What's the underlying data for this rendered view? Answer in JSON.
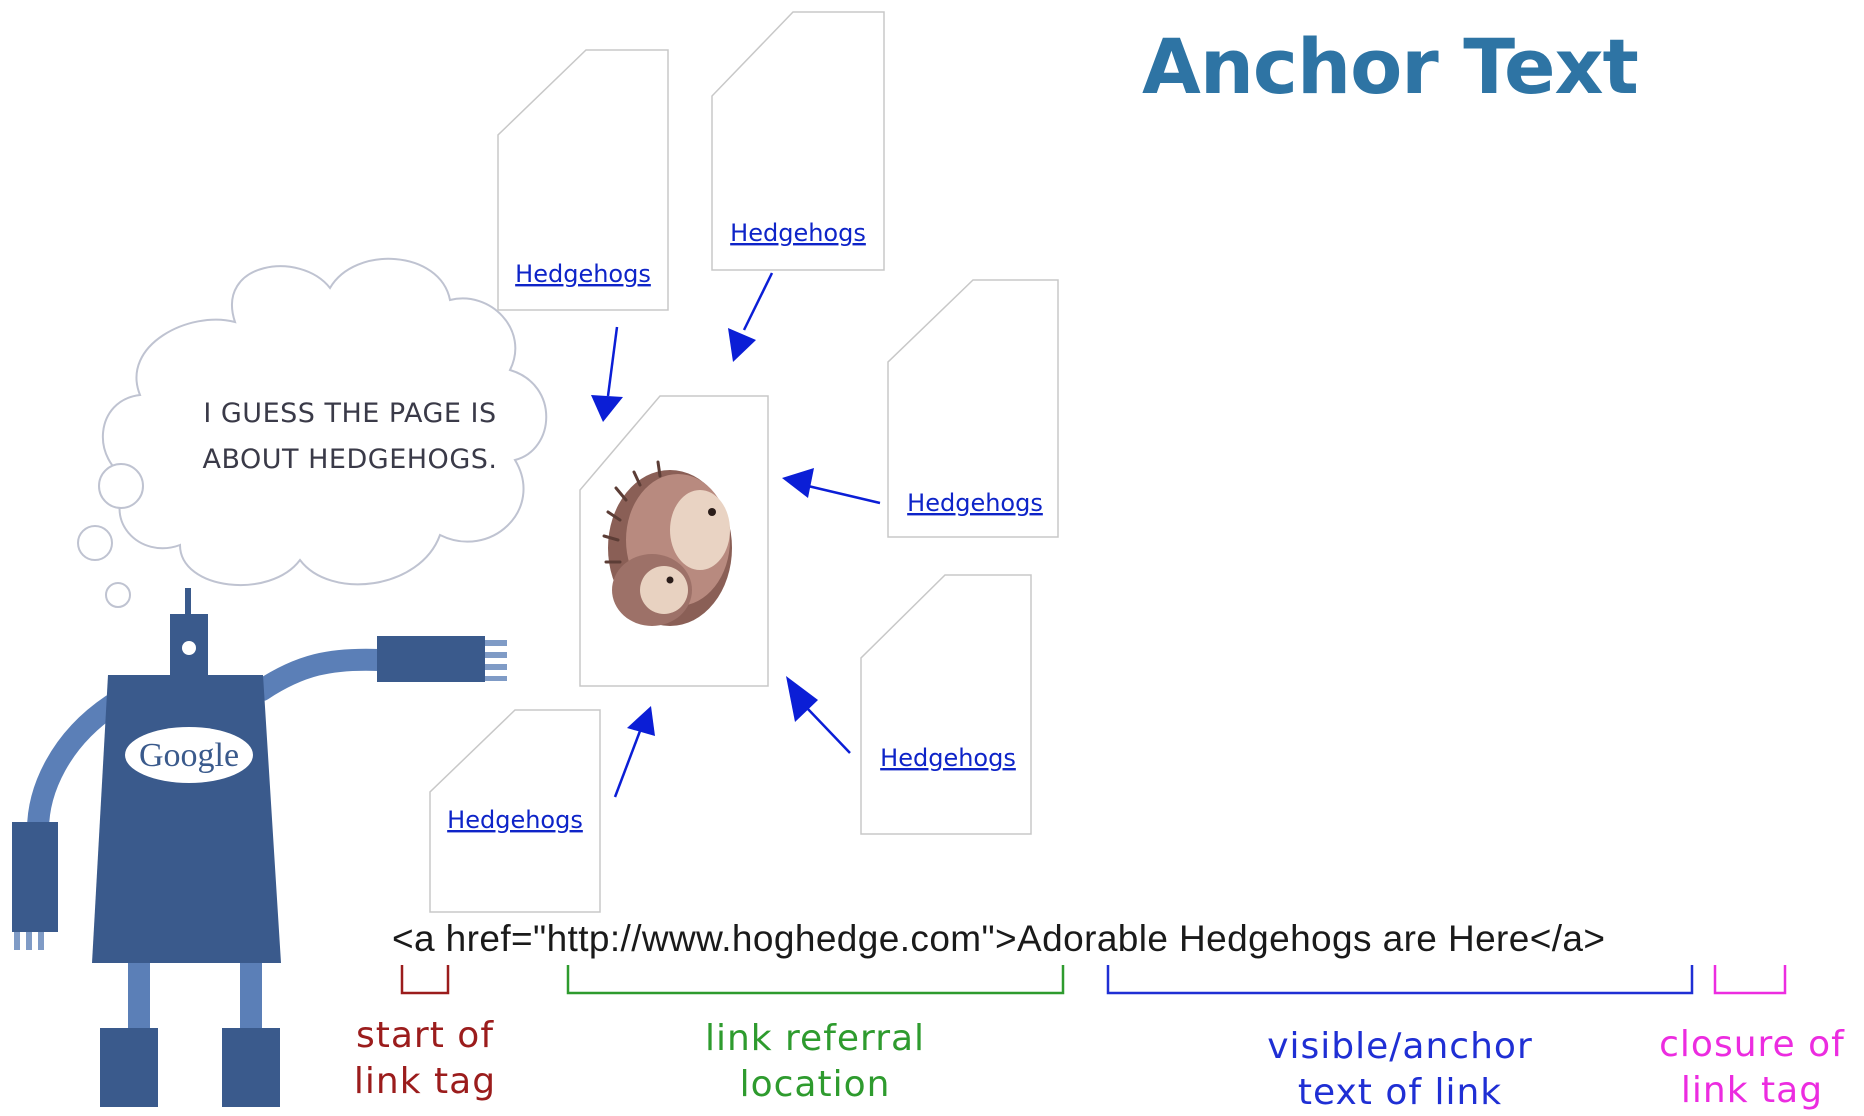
{
  "title": "Anchor Text",
  "thought_bubble": {
    "line1": "I GUESS THE PAGE IS",
    "line2": "ABOUT HEDGEHOGS."
  },
  "robot": {
    "chest_logo": "Google"
  },
  "linking_pages": [
    {
      "link_text": "Hedgehogs"
    },
    {
      "link_text": "Hedgehogs"
    },
    {
      "link_text": "Hedgehogs"
    },
    {
      "link_text": "Hedgehogs"
    },
    {
      "link_text": "Hedgehogs"
    }
  ],
  "code_example": "<a href=\"http://www.hoghedge.com\">Adorable Hedgehogs are Here</a>",
  "labels": [
    {
      "line1": "start of",
      "line2": "link tag",
      "color": "#9b1c1c"
    },
    {
      "line1": "link referral",
      "line2": "location",
      "color": "#2e9b2e"
    },
    {
      "line1": "visible/anchor",
      "line2": "text of link",
      "color": "#1f2fd4"
    },
    {
      "line1": "closure of",
      "line2": "link tag",
      "color": "#ec2ce0"
    }
  ],
  "colors": {
    "title": "#2e74a4",
    "robot": "#3a5a8c",
    "robot_arm": "#5b7fb7",
    "arrows": "#0b1ed6"
  }
}
